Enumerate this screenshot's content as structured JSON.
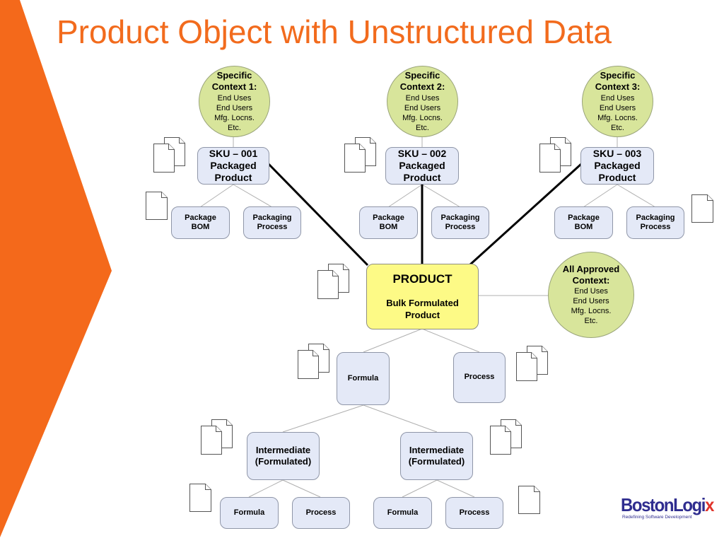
{
  "title": "Product Object with Unstructured Data",
  "colors": {
    "accent": "#f26b1d",
    "box_fill": "#e4e9f7",
    "product_fill": "#fdfa86",
    "context_fill": "#d8e59b"
  },
  "contexts": [
    {
      "heading": [
        "Specific",
        "Context 1:"
      ],
      "items": [
        "End Uses",
        "End Users",
        "Mfg. Locns.",
        "Etc."
      ]
    },
    {
      "heading": [
        "Specific",
        "Context 2:"
      ],
      "items": [
        "End Uses",
        "End Users",
        "Mfg. Locns.",
        "Etc."
      ]
    },
    {
      "heading": [
        "Specific",
        "Context 3:"
      ],
      "items": [
        "End Uses",
        "End Users",
        "Mfg. Locns.",
        "Etc."
      ]
    },
    {
      "heading": [
        "All Approved",
        "Context:"
      ],
      "items": [
        "End Uses",
        "End Users",
        "Mfg. Locns.",
        "Etc."
      ]
    }
  ],
  "skus": [
    {
      "lines": [
        "SKU – 001",
        "Packaged",
        "Product"
      ]
    },
    {
      "lines": [
        "SKU – 002",
        "Packaged",
        "Product"
      ]
    },
    {
      "lines": [
        "SKU – 003",
        "Packaged",
        "Product"
      ]
    }
  ],
  "package_bom": [
    "Package",
    "BOM"
  ],
  "packaging_process": [
    "Packaging",
    "Process"
  ],
  "product": {
    "heading": "PRODUCT",
    "sub": [
      "Bulk Formulated",
      "Product"
    ]
  },
  "formula": "Formula",
  "process": "Process",
  "intermediate": [
    "Intermediate",
    "(Formulated)"
  ],
  "logo": {
    "name_main": "BostonLogi",
    "name_accent": "x",
    "tagline": "Redefining Software Development"
  }
}
